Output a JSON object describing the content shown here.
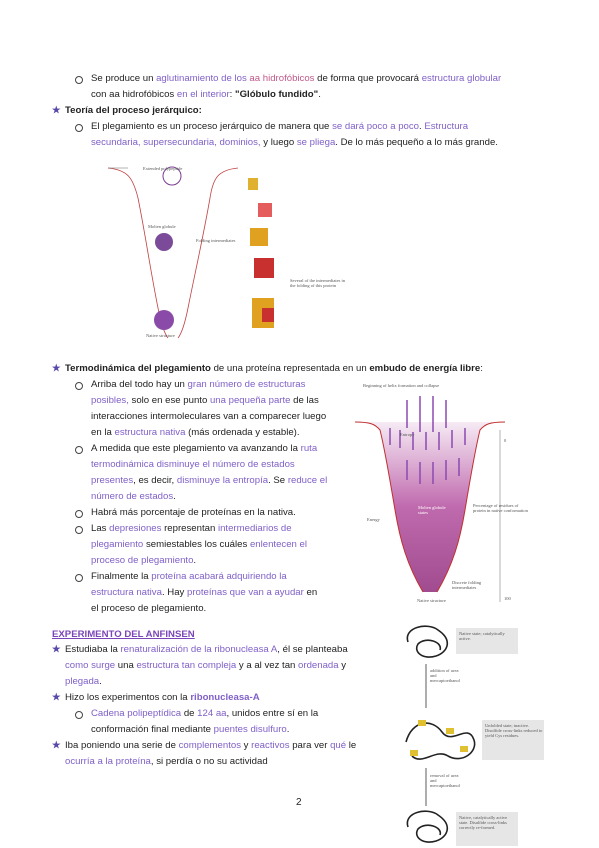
{
  "top": {
    "bullet1_a": "Se produce un ",
    "bullet1_b": "aglutinamiento de los",
    "bullet1_c": " aa hidrofóbicos",
    "bullet1_d": " de forma que provocará ",
    "bullet1_e": "estructura globular",
    "bullet1_f": "con aa hidrofóbicos ",
    "bullet1_g": "en el interior",
    "bullet1_h": ": ",
    "bullet1_i": "\"Glóbulo fundido\"",
    "bullet1_j": "."
  },
  "jerarquico": {
    "title": "Teoría del proceso jerárquico",
    "title_colon": ":",
    "l1_a": "El plegamiento es un proceso jerárquico de manera que ",
    "l1_b": "se dará poco a poco",
    "l1_c": ". ",
    "l1_d": "Estructura",
    "l2_a": "secundaria, supersecundaria, dominios,",
    "l2_b": " y luego ",
    "l2_c": "se pliega",
    "l2_d": ". De lo más pequeño a lo más grande."
  },
  "termo": {
    "title": "Termodinámica del plegamiento",
    "title_rest": " de una proteína representada en un ",
    "title_bold2": "embudo de energía libre",
    "title_end": ":",
    "b1": [
      "Arriba del todo hay un ",
      "gran número de estructuras",
      "posibles,",
      " solo en ese punto ",
      "una pequeña parte",
      " de las",
      "interacciones intermoleculares van a comparecer luego",
      "en la ",
      "estructura nativa",
      " (más ordenada y estable)."
    ],
    "b2": [
      "A medida que este plegamiento va avanzando la ",
      "ruta",
      "termodinámica disminuye el número de estados",
      "presentes",
      ", es decir, ",
      "disminuye la entropía",
      ". Se ",
      "reduce el",
      "número de estados",
      "."
    ],
    "b3": "Habrá más porcentaje de proteínas en la nativa.",
    "b4": [
      "Las ",
      "depresiones",
      " representan ",
      "intermediarios de",
      "plegamiento",
      " semiestables los cuáles ",
      "enlentecen el",
      "proceso de plegamiento",
      "."
    ],
    "b5": [
      "Finalmente la ",
      "proteína acabará adquiriendo la",
      "estructura nativa",
      ". Hay ",
      "proteínas que van a ayudar",
      " en",
      "el proceso de plegamiento."
    ]
  },
  "funnel": {
    "top_label": "Beginning of helix formation and collapse",
    "entropy": "Entropy",
    "energy": "Energy",
    "molten": "Molten globule states",
    "percentage": "Percentage of residues of protein in native conformation",
    "discrete": "Discrete folding intermediates",
    "native": "Native structure",
    "axis_0": "0",
    "axis_100": "100"
  },
  "anfinsen": {
    "heading": "EXPERIMENTO DEL ANFINSEN",
    "b1": [
      "Estudiaba la ",
      "renaturalización de la ribonucleasa A",
      ", él se planteaba",
      "como surge",
      " una ",
      "estructura tan compleja",
      " y a al vez tan ",
      "ordenada",
      " y",
      "plegada",
      "."
    ],
    "b2": [
      "Hizo los experimentos con la ",
      "ribonucleasa-A"
    ],
    "b2a": [
      "Cadena polipeptídica",
      " de ",
      "124 aa",
      ", unidos entre sí en la",
      "conformación final mediante ",
      "puentes disulfuro",
      "."
    ],
    "b3": [
      "Iba poniendo una serie de ",
      "complementos",
      " y ",
      "reactivos",
      " para ver ",
      "qué",
      " le",
      "ocurría a la proteína",
      ", si perdía o no su actividad"
    ]
  },
  "ribo": {
    "native1": "Native state; catalytically active.",
    "unfolded": "Unfolded state; inactive. Disulfide cross-links reduced to yield Cys residues.",
    "native2": "Native, catalytically active state. Disulfide cross-links correctly re-formed.",
    "step1": "addition of urea and mercaptoethanol",
    "step2": "removal of urea and mercaptoethanol"
  },
  "hier_fig": {
    "top": "Extended polypeptide",
    "mid": "Molten globule",
    "right": "Folding intermediates",
    "caption": "Several of the intermediates in the folding of this protein",
    "native": "Native structure"
  },
  "page_number": "2"
}
